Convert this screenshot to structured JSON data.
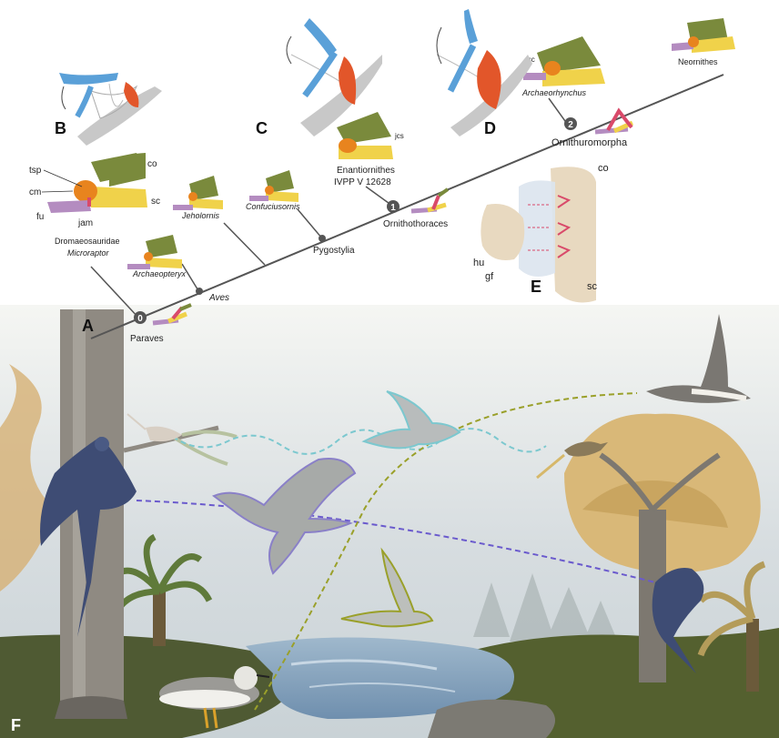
{
  "panels": {
    "A": "A",
    "B": "B",
    "C": "C",
    "D": "D",
    "E": "E",
    "F": "F"
  },
  "nodes": [
    {
      "id": "0",
      "label": "Paraves"
    },
    {
      "id": "",
      "label": "Aves"
    },
    {
      "id": "",
      "label": "Pygostylia"
    },
    {
      "id": "1",
      "label": "Ornithothoraces"
    },
    {
      "id": "2",
      "label": "Ornithuromorpha"
    }
  ],
  "taxa": {
    "dromaeosauridae": "Dromaeosauridae",
    "microraptor": "Microraptor",
    "archaeopteryx": "Archaeopteryx",
    "jeholornis": "Jeholornis",
    "confuciusornis": "Confuciusornis",
    "enantiornithes": "Enantiornithes",
    "ivpp": "IVPP V 12628",
    "archaeorhynchus": "Archaeorhynchus",
    "neornithes": "Neornithes"
  },
  "bone_labels": {
    "tsp": "tsp",
    "cm": "cm",
    "fu": "fu",
    "jam": "jam",
    "co": "co",
    "sc": "sc",
    "jcs": "jcs",
    "jsc": "jsc",
    "co_e": "co",
    "hu": "hu",
    "gf": "gf",
    "sc_e": "sc"
  },
  "colors": {
    "coracoid": "#7a8a3c",
    "scapula": "#f0d24a",
    "furcula": "#b48cc0",
    "sternal_process": "#e8841e",
    "joint": "#d94a6a",
    "muscle": "#e2562a",
    "humerus": "#5aa0d8",
    "trail_blue": "#7cc8cf",
    "trail_purple": "#6a5acd",
    "trail_olive": "#9aa02a"
  }
}
